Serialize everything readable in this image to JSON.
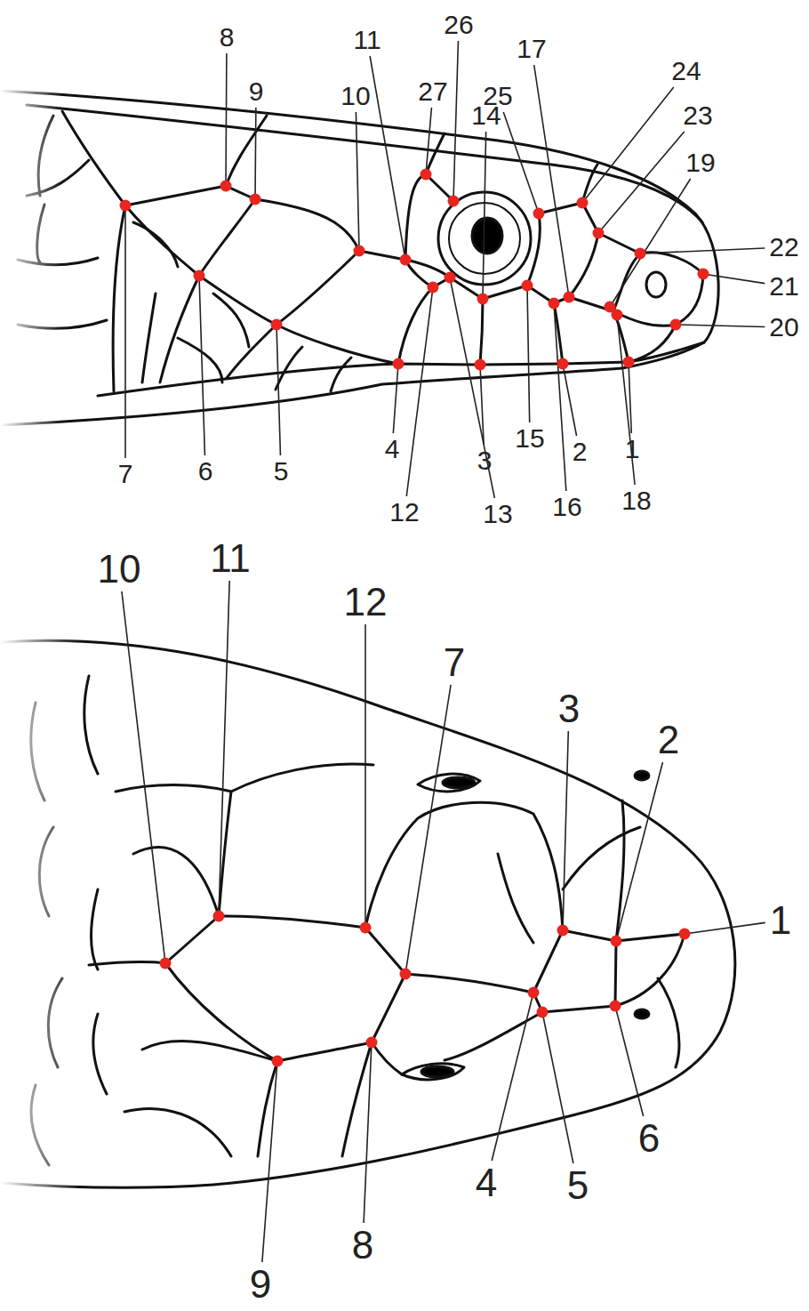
{
  "diagram": {
    "labels": [
      "1",
      "2",
      "3",
      "4",
      "5",
      "6",
      "7",
      "8",
      "9",
      "10",
      "11",
      "12",
      "13",
      "14",
      "15",
      "16",
      "17",
      "18",
      "19",
      "20",
      "21",
      "22",
      "23",
      "24",
      "25",
      "26",
      "27",
      "1",
      "2",
      "3",
      "4",
      "5",
      "6",
      "7",
      "8",
      "9",
      "10",
      "11",
      "12"
    ]
  }
}
